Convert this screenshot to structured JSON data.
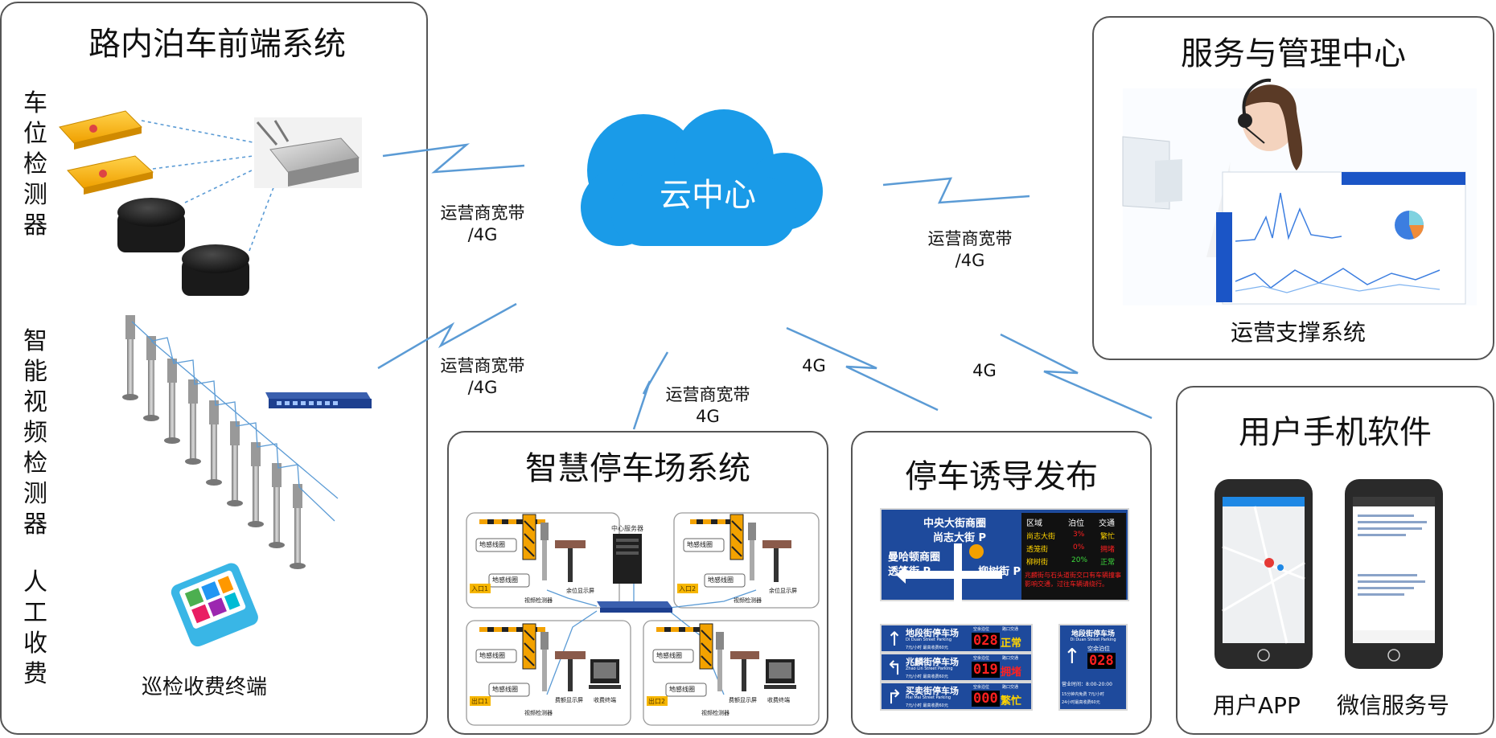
{
  "panels": {
    "roadside": {
      "title": "路内泊车前端系统",
      "group1": "车位检测器",
      "group2": "智能视频检测器",
      "group3": "人工收费",
      "terminal_caption": "巡检收费终端"
    },
    "service": {
      "title": "服务与管理中心",
      "caption": "运营支撑系统"
    },
    "parking": {
      "title": "智慧停车场系统",
      "server_label": "中心服务器",
      "loop1": "地感线圈",
      "loop2": "地感线圈",
      "entry_tag": "入口1",
      "entry_tag2": "入口2",
      "exit_tag": "出口1",
      "exit_tag2": "出口2",
      "cam_label": "视频检测器",
      "screen_label": "余位显示屏",
      "fee_label": "费额显示屏",
      "booth_label": "收费终端"
    },
    "guidance": {
      "title": "停车诱导发布"
    },
    "mobile": {
      "title": "用户手机软件",
      "app_caption": "用户APP",
      "wechat_caption": "微信服务号"
    }
  },
  "cloud": {
    "label": "云中心"
  },
  "links": {
    "l1": "运营商宽带\n/4G",
    "l2": "运营商宽带\n/4G",
    "l3": "运营商宽带\n/4G",
    "l4": "运营商宽带\n4G",
    "l5": "4G",
    "l6": "4G"
  },
  "big_sign": {
    "area1": "中央大街商圈",
    "street1": "尚志大街 P",
    "area2": "曼哈顿商圈",
    "street2": "透笼街 P",
    "street3": "柳树街 P",
    "table_headers": [
      "区域",
      "泊位",
      "交通"
    ],
    "rows": [
      {
        "name": "尚志大街",
        "pct": "3%",
        "status": "繁忙"
      },
      {
        "name": "透笼街",
        "pct": "0%",
        "status": "拥堵"
      },
      {
        "name": "柳树街",
        "pct": "20%",
        "status": "正常"
      }
    ],
    "scroll_text": "兆麟街与石头道街交口有车辆撞事影响交通，过往车辆请绕行。"
  },
  "small_signs": [
    {
      "name": "地段街停车场",
      "en": "Di Duan Street Parking",
      "sub": "7元/小时   最高收费60元",
      "num": "028",
      "status": "正常",
      "hdr1": "空余泊位",
      "hdr2": "路口交通"
    },
    {
      "name": "兆麟街停车场",
      "en": "Zhao Lin Street Parking",
      "sub": "7元/小时   最高收费60元",
      "num": "019",
      "status": "拥堵",
      "hdr1": "空余泊位",
      "hdr2": "路口交通"
    },
    {
      "name": "买卖街停车场",
      "en": "Mai Mai Street Parking",
      "sub": "7元/小时   最高收费60元",
      "num": "000",
      "status": "繁忙",
      "hdr1": "空余泊位",
      "hdr2": "路口交通"
    }
  ],
  "tall_sign": {
    "name": "地段街停车场",
    "en": "Di Duan Street Parking",
    "label": "空余泊位",
    "num": "028",
    "hours": "营业时间：8:00-20:00",
    "line1": "15分钟内免费  7元/小时",
    "line2": "24小时最高收费60元"
  },
  "colors": {
    "cloud": "#1a9be8",
    "link": "#5b9bd5",
    "sign_blue": "#1e4a9c",
    "detector_yellow": "#f5b800",
    "led_red": "#ff2020",
    "led_yellow": "#ffd400",
    "led_green": "#3ddc3d"
  }
}
